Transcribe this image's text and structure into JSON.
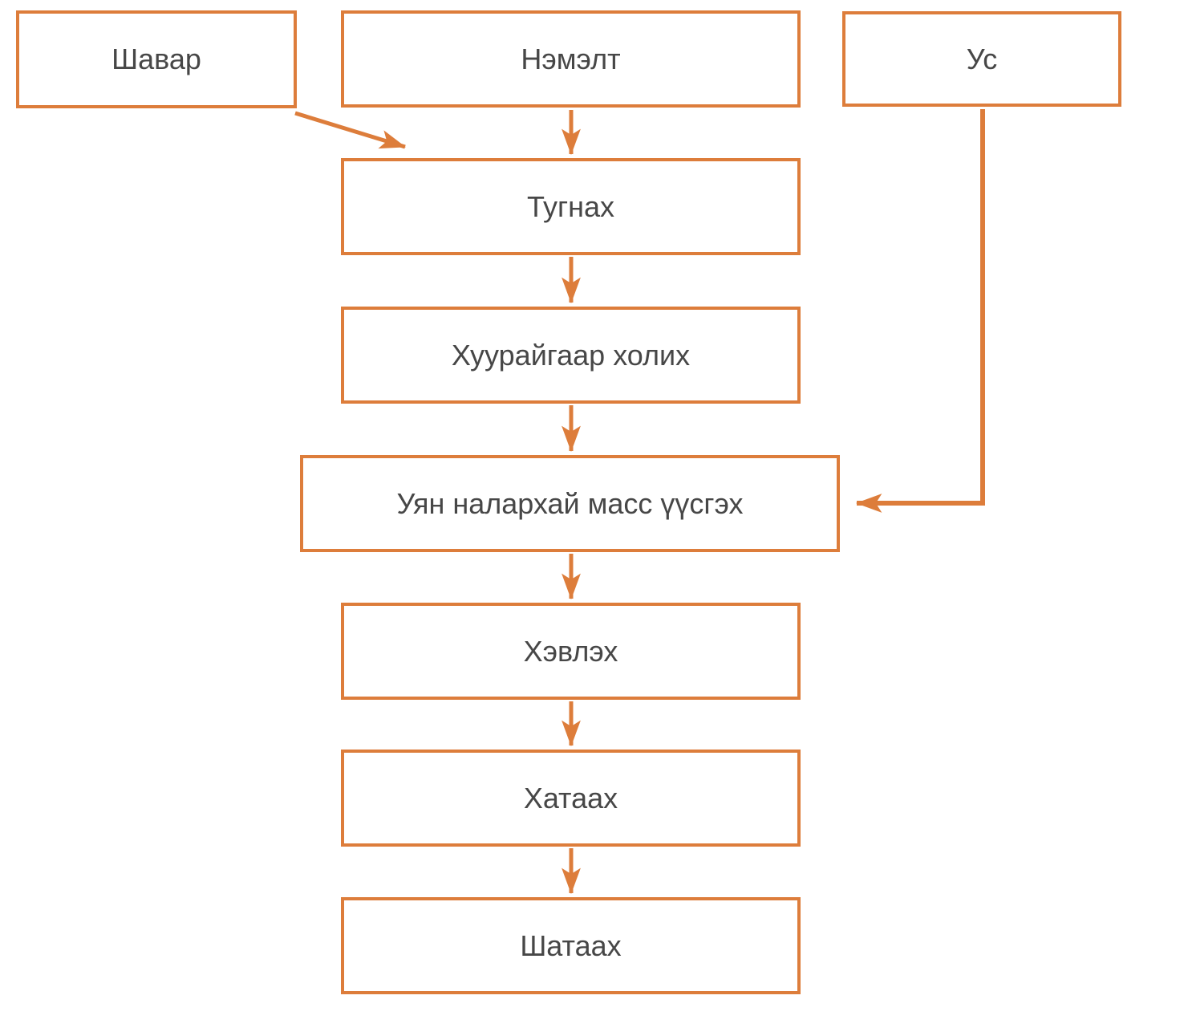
{
  "diagram": {
    "colors": {
      "accent_orange": "#dd7d3b",
      "text_gray": "#474747",
      "background": "#ffffff"
    },
    "nodes": [
      {
        "id": "shavar",
        "label": "Шавар"
      },
      {
        "id": "nemelt",
        "label": "Нэмэлт"
      },
      {
        "id": "us",
        "label": "Ус"
      },
      {
        "id": "tugnah",
        "label": "Тугнах"
      },
      {
        "id": "huurai",
        "label": "Хуурайгаар холих"
      },
      {
        "id": "uyan",
        "label": "Уян налархай масс үүсгэх"
      },
      {
        "id": "hevleh",
        "label": "Хэвлэх"
      },
      {
        "id": "hataah",
        "label": "Хатаах"
      },
      {
        "id": "shataah",
        "label": "Шатаах"
      }
    ],
    "edges": [
      {
        "from": "Шавар",
        "to": "Тугнах"
      },
      {
        "from": "Нэмэлт",
        "to": "Тугнах"
      },
      {
        "from": "Тугнах",
        "to": "Хуурайгаар холих"
      },
      {
        "from": "Хуурайгаар холих",
        "to": "Уян налархай масс үүсгэх"
      },
      {
        "from": "Ус",
        "to": "Уян налархай масс үүсгэх"
      },
      {
        "from": "Уян налархай масс үүсгэх",
        "to": "Хэвлэх"
      },
      {
        "from": "Хэвлэх",
        "to": "Хатаах"
      },
      {
        "from": "Хатаах",
        "to": "Шатаах"
      }
    ]
  }
}
